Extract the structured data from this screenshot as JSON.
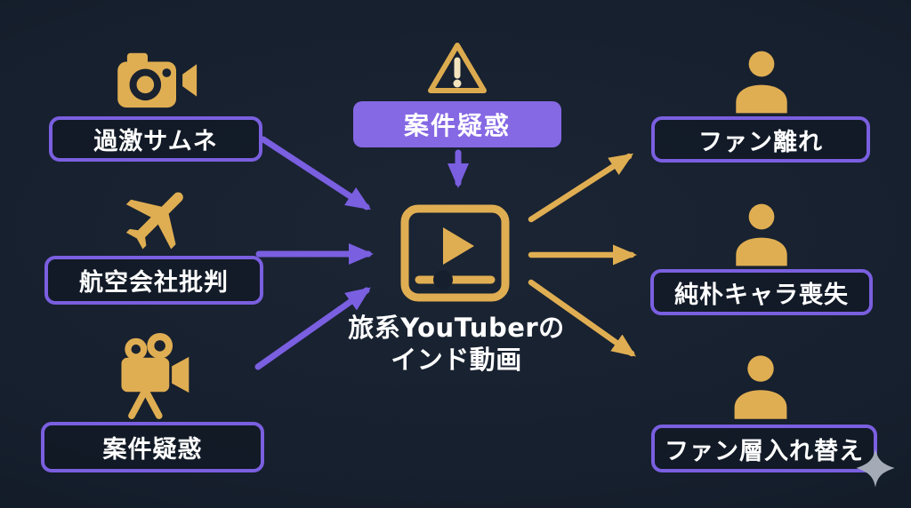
{
  "palette": {
    "background": "#161f2d",
    "purple": "#7a5fe0",
    "purple_fill": "#8568e4",
    "gold": "#e0ae52",
    "cream": "#f2e4bd",
    "text": "#ffffff",
    "sparkle": "#a4abb6"
  },
  "center": {
    "icon": "video-player-icon",
    "caption_line1": "旅系YouTuberの",
    "caption_line2": "インド動画"
  },
  "top_alert": {
    "icon": "warning-icon",
    "label": "案件疑惑"
  },
  "causes": [
    {
      "icon": "camera-icon",
      "label": "過激サムネ"
    },
    {
      "icon": "airplane-icon",
      "label": "航空会社批判"
    },
    {
      "icon": "movie-camera-icon",
      "label": "案件疑惑"
    }
  ],
  "effects": [
    {
      "icon": "person-icon",
      "label": "ファン離れ"
    },
    {
      "icon": "person-icon",
      "label": "純朴キャラ喪失"
    },
    {
      "icon": "person-icon",
      "label": "ファン層入れ替え"
    }
  ]
}
